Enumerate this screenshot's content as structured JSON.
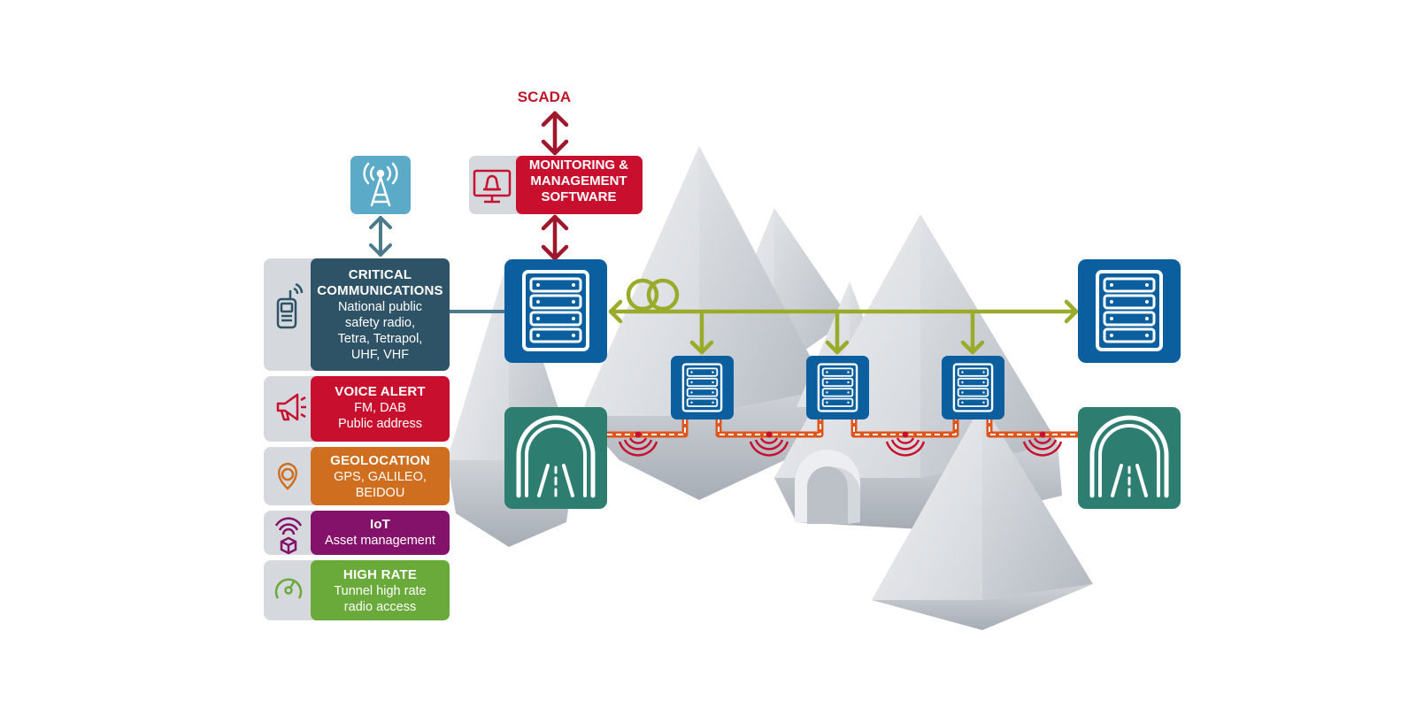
{
  "scada_label": "SCADA",
  "monitoring": {
    "title": "MONITORING &\nMANAGEMENT\nSOFTWARE",
    "icon": "monitor-alarm-icon",
    "color": "#c8102e"
  },
  "services": [
    {
      "key": "critical",
      "title": "CRITICAL\nCOMMUNICATIONS",
      "subtitle": "National public\nsafety radio,\nTetra, Tetrapol,\nUHF, VHF",
      "icon": "handheld-radio-icon",
      "color": "#2e5266"
    },
    {
      "key": "voice",
      "title": "VOICE ALERT",
      "subtitle": "FM, DAB\nPublic address",
      "icon": "megaphone-icon",
      "color": "#c8102e"
    },
    {
      "key": "geo",
      "title": "GEOLOCATION",
      "subtitle": "GPS, GALILEO,\nBEIDOU",
      "icon": "location-pin-icon",
      "color": "#d06e1f"
    },
    {
      "key": "iot",
      "title": "IoT",
      "subtitle": "Asset management",
      "icon": "wifi-package-icon",
      "color": "#84126a"
    },
    {
      "key": "highrate",
      "title": "HIGH RATE",
      "subtitle": "Tunnel high rate\nradio access",
      "icon": "speedometer-icon",
      "color": "#6aaa3a"
    }
  ],
  "colors": {
    "server_blue": "#0b5f9e",
    "tunnel_teal": "#2e7d71",
    "antenna_blue": "#5aaac8",
    "fiber_green": "#9aab2a",
    "leaky_cable_orange": "#e0551c",
    "signal_red": "#c8102e",
    "arrow_dark_red": "#a0162a",
    "arrow_slate": "#4a7a8c"
  },
  "icons": {
    "antenna": "radio-tower-icon",
    "server": "server-rack-icon",
    "tunnel": "tunnel-road-icon",
    "fiber_coil": "fiber-coil-icon",
    "signal": "radio-signal-icon"
  }
}
